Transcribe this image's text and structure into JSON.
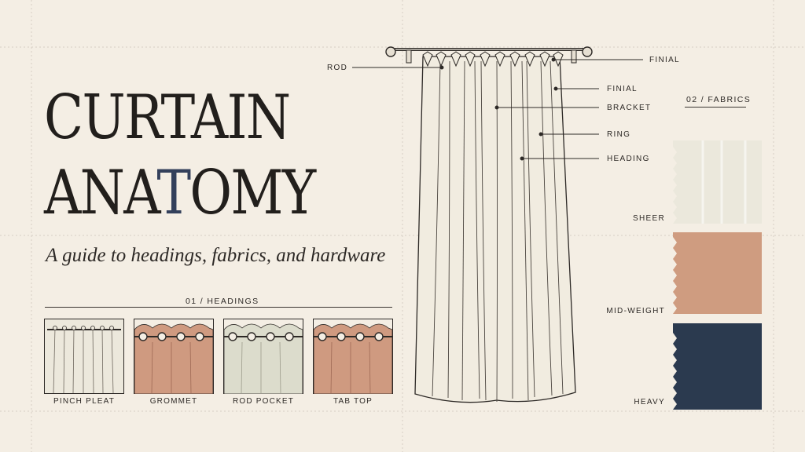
{
  "title": {
    "line1": "CURTAIN",
    "line2_before": "ANA",
    "line2_accent": "T",
    "line2_after": "OMY"
  },
  "subtitle": "A guide to headings, fabrics, and hardware",
  "headings": {
    "label": "01 / HEADINGS",
    "items": [
      {
        "label": "PINCH PLEAT",
        "color": "#ece8dc"
      },
      {
        "label": "GROMMET",
        "color": "#cf9a80"
      },
      {
        "label": "ROD POCKET",
        "color": "#dcdccc"
      },
      {
        "label": "TAB TOP",
        "color": "#cf9a80"
      }
    ]
  },
  "callouts": {
    "rod": "ROD",
    "finial_top": "FINIAL",
    "finial": "FINIAL",
    "bracket": "BRACKET",
    "ring": "RING",
    "heading": "HEADING"
  },
  "fabrics": {
    "label": "02 / FABRICS",
    "items": [
      {
        "label": "SHEER",
        "color": "#ebe8dc"
      },
      {
        "label": "MID-WEIGHT",
        "color": "#cf9c80"
      },
      {
        "label": "HEAVY",
        "color": "#2b3a4f"
      }
    ]
  },
  "colors": {
    "background": "#f4eee4",
    "ink": "#2a2623",
    "accent": "#33405b",
    "curtain": "#f1ece0"
  }
}
